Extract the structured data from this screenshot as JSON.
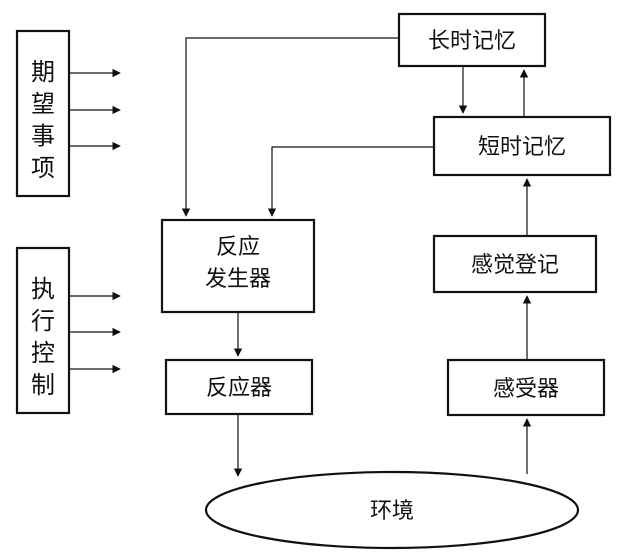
{
  "diagram": {
    "nodes": {
      "expectations": {
        "label": [
          "期",
          "望",
          "事",
          "项"
        ]
      },
      "executive_control": {
        "label": [
          "执",
          "行",
          "控",
          "制"
        ]
      },
      "long_term_memory": {
        "label": "长时记忆"
      },
      "short_term_memory": {
        "label": "短时记忆"
      },
      "response_generator": {
        "label_line1": "反应",
        "label_line2": "发生器"
      },
      "effector": {
        "label": "反应器"
      },
      "sensory_register": {
        "label": "感觉登记"
      },
      "receptor": {
        "label": "感受器"
      },
      "environment": {
        "label": "环境"
      }
    }
  },
  "colors": {
    "stroke": "#111111",
    "background": "#ffffff"
  }
}
